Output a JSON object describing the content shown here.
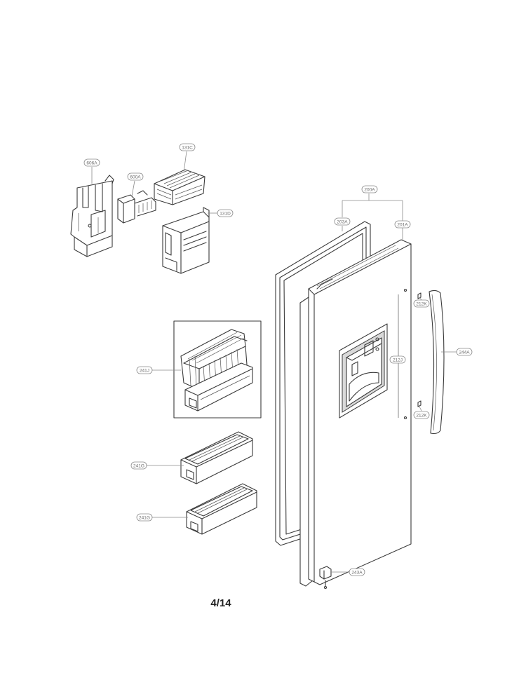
{
  "diagram": {
    "page_number": "4/14",
    "callouts": {
      "c606A": "606A",
      "c600A": "600A",
      "c131C": "131C",
      "c131D": "131D",
      "c200A": "200A",
      "c203A": "203A",
      "c201A": "201A",
      "c212K_top": "212K",
      "c212J": "212J",
      "c244A": "244A",
      "c212K_bottom": "212K",
      "c241J": "241J",
      "c241G_top": "241G",
      "c241G_bottom": "241G",
      "c243A": "243A"
    }
  }
}
